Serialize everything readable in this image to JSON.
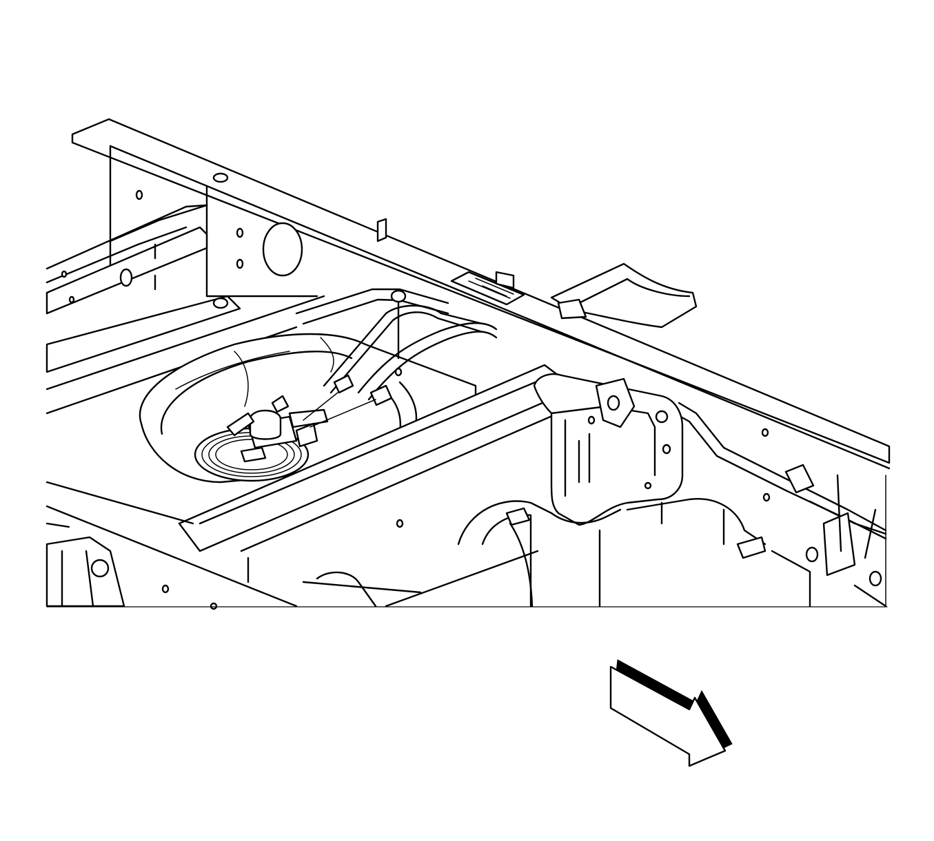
{
  "figure": {
    "components": [
      {
        "name": "frame-rail",
        "icon": "frame-rail-icon"
      },
      {
        "name": "crossmember",
        "icon": "crossmember-icon"
      },
      {
        "name": "fuel-tank",
        "icon": "fuel-tank-icon"
      },
      {
        "name": "fuel-sender-module",
        "icon": "fuel-pump-module-icon"
      },
      {
        "name": "fuel-lines",
        "icon": "fuel-line-icon"
      },
      {
        "name": "mounting-bracket",
        "icon": "bracket-icon"
      },
      {
        "name": "direction-arrow",
        "icon": "arrow-icon"
      }
    ],
    "colors": {
      "line": "#000000",
      "background": "#ffffff",
      "arrow_shadow": "#000000"
    }
  }
}
